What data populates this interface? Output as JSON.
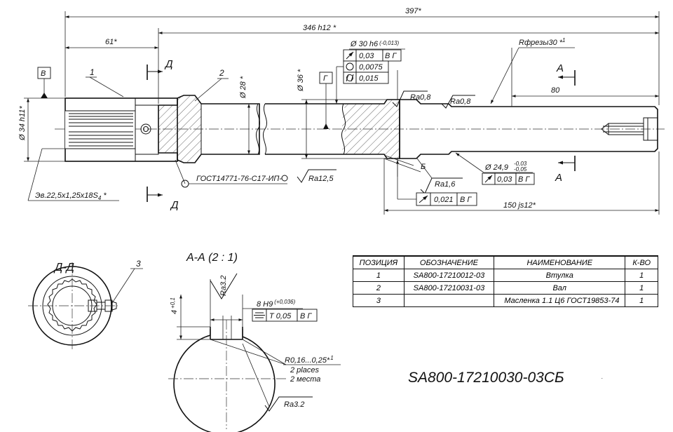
{
  "dimensions": {
    "overall_length": "397*",
    "shaft_length": "346 h12 *",
    "bushing_length": "61*",
    "dia_34": "Ø 34 h11*",
    "dia_28": "Ø 28 *",
    "dia_36": "Ø 36 *",
    "dia_30": "Ø 30 h6",
    "dia_30_tol": "(-0,013)",
    "dia_24": "Ø 24,9",
    "dia_24_tol_upper": "-0,03",
    "dia_24_tol_lower": "-0,05",
    "mill_radius": "Rфрезы30 *",
    "mill_radius_note": "1",
    "len_80": "80",
    "len_150": "150 js12*",
    "spline": "Эв.22,5х1,25х18S",
    "spline_sub": "4",
    "spline_star": " *"
  },
  "tolerances": {
    "runout_1": "0,03",
    "runout_1_ref": "В Г",
    "roundness": "0,0075",
    "cylindricity": "0,015",
    "runout_2": "0,03",
    "runout_2_ref": "В Г",
    "runout_3": "0,021",
    "runout_3_ref": "В Г"
  },
  "datums": {
    "datum_b": "В",
    "datum_g": "Г"
  },
  "roughness": {
    "ra08_a": "Ra0,8",
    "ra08_b": "Ra0,8",
    "ra16": "Ra1,6",
    "ra125": "Ra12,5",
    "ra32_top": "Ra3.2",
    "ra32_bottom": "Ra3.2"
  },
  "labels": {
    "section_mark_d": "Д",
    "section_mark_a": "А",
    "callout_1": "1",
    "callout_2": "2",
    "callout_3": "3",
    "weld_mark": "Б",
    "weld_note": "ГОСТ14771-76-С17-ИП-"
  },
  "section_dd": {
    "title": "Д-Д"
  },
  "section_aa": {
    "title": "А-А  (2 : 1)",
    "depth": "4",
    "depth_tol": "+0,1",
    "key_width": "8 H9",
    "key_width_tol": "(+0,036)",
    "symmetry_value": "T 0,05",
    "symmetry_ref": "В Г",
    "fillet": "R0,16...0,25*",
    "fillet_note": "1",
    "places_en": "2 places",
    "places_ru": "2 места"
  },
  "bom": {
    "headers": [
      "ПОЗИЦИЯ",
      "ОБОЗНАЧЕНИЕ",
      "НАИМЕНОВАНИЕ",
      "К-ВО"
    ],
    "rows": [
      {
        "pos": "1",
        "code": "SA800-17210012-03",
        "name": "Втулка",
        "qty": "1"
      },
      {
        "pos": "2",
        "code": "SA800-17210031-03",
        "name": "Вал",
        "qty": "1"
      },
      {
        "pos": "3",
        "code": "",
        "name": "Масленка 1.1 Ц6 ГОСТ19853-74",
        "qty": "1"
      }
    ]
  },
  "drawing_number": "SA800-17210030-03СБ"
}
